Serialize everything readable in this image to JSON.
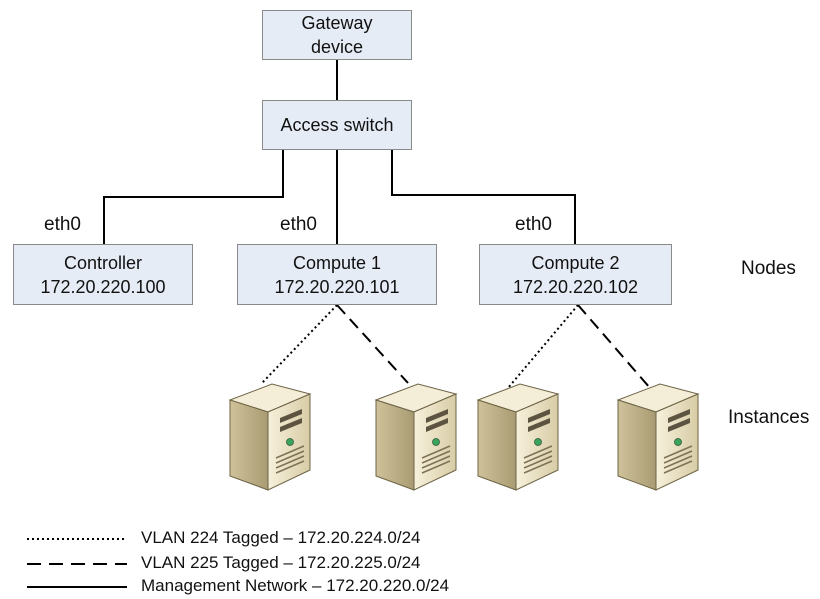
{
  "nodes": {
    "gateway": {
      "line1": "Gateway",
      "line2": "device"
    },
    "access_switch": {
      "label": "Access switch"
    },
    "controller": {
      "name": "Controller",
      "ip": "172.20.220.100",
      "iface": "eth0"
    },
    "compute1": {
      "name": "Compute 1",
      "ip": "172.20.220.101",
      "iface": "eth0"
    },
    "compute2": {
      "name": "Compute 2",
      "ip": "172.20.220.102",
      "iface": "eth0"
    }
  },
  "row_labels": {
    "nodes": "Nodes",
    "instances": "Instances"
  },
  "legend": [
    {
      "style": "dotted",
      "text": "VLAN 224 Tagged – 172.20.224.0/24"
    },
    {
      "style": "dashed",
      "text": "VLAN 225 Tagged – 172.20.225.0/24"
    },
    {
      "style": "solid",
      "text": "Management Network – 172.20.220.0/24"
    }
  ],
  "instances": [
    {
      "host": "compute1",
      "vlan": "224"
    },
    {
      "host": "compute1",
      "vlan": "225"
    },
    {
      "host": "compute2",
      "vlan": "224"
    },
    {
      "host": "compute2",
      "vlan": "225"
    }
  ],
  "colors": {
    "box_fill": "#e6ecf6",
    "box_border": "#8a8a8a",
    "server_body": "#ece3c8",
    "line": "#000000"
  }
}
